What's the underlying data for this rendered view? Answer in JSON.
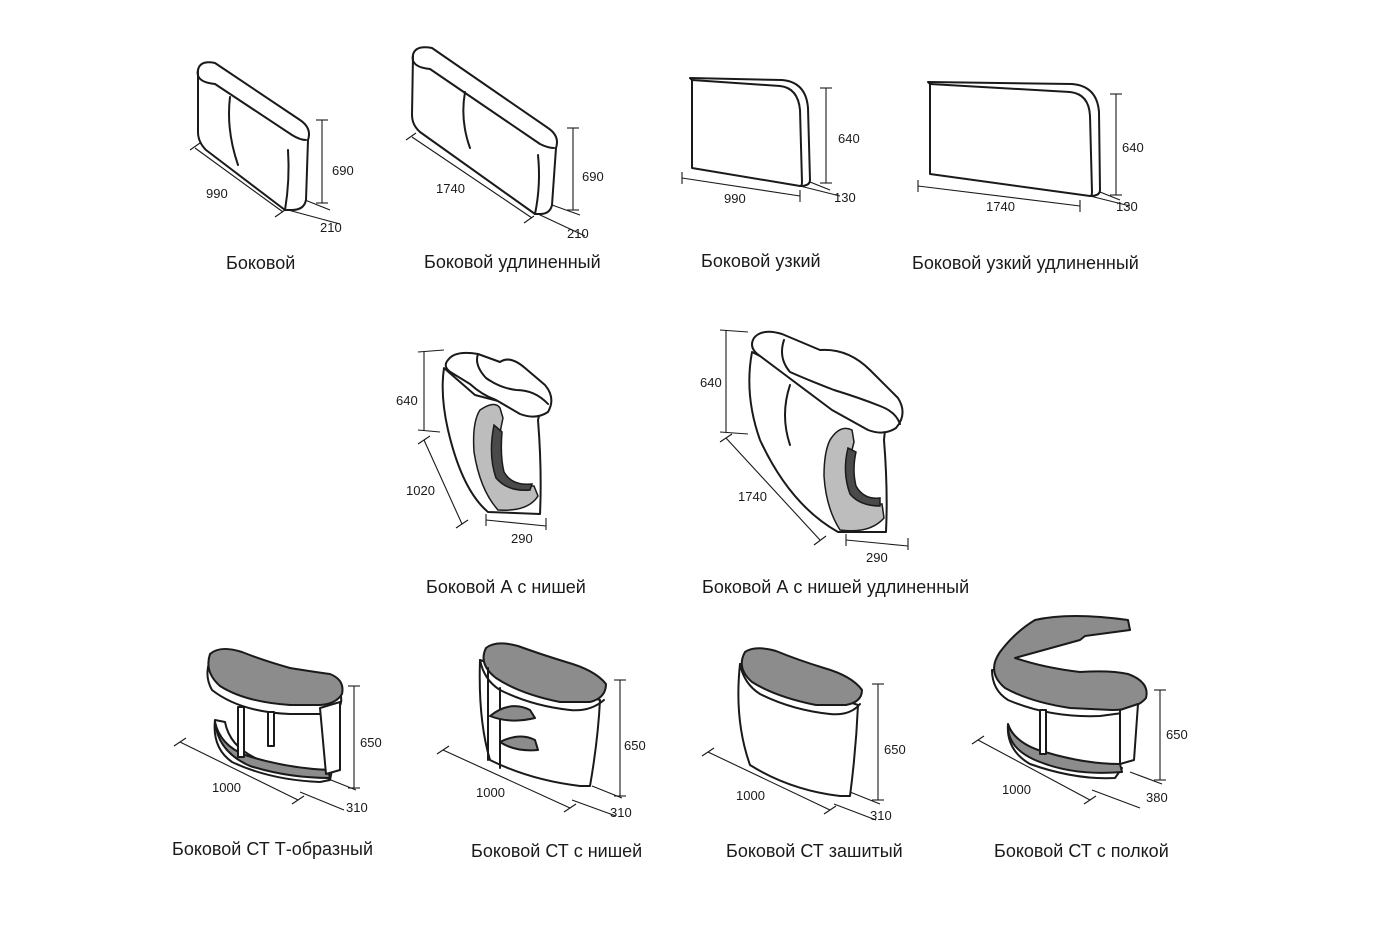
{
  "items": [
    {
      "caption": "Боковой",
      "dims": [
        "990",
        "690",
        "210"
      ]
    },
    {
      "caption": "Боковой удлиненный",
      "dims": [
        "1740",
        "690",
        "210"
      ]
    },
    {
      "caption": "Боковой узкий",
      "dims": [
        "990",
        "640",
        "130"
      ]
    },
    {
      "caption": "Боковой узкий удлиненный",
      "dims": [
        "1740",
        "640",
        "130"
      ]
    },
    {
      "caption": "Боковой А с нишей",
      "dims": [
        "640",
        "1020",
        "290"
      ]
    },
    {
      "caption": "Боковой А с нишей удлиненный",
      "dims": [
        "640",
        "1740",
        "290"
      ]
    },
    {
      "caption": "Боковой СТ Т-образный",
      "dims": [
        "1000",
        "650",
        "310"
      ]
    },
    {
      "caption": "Боковой СТ с нишей",
      "dims": [
        "1000",
        "650",
        "310"
      ]
    },
    {
      "caption": "Боковой СТ зашитый",
      "dims": [
        "1000",
        "650",
        "310"
      ]
    },
    {
      "caption": "Боковой СТ с полкой",
      "dims": [
        "1000",
        "650",
        "380"
      ]
    }
  ],
  "colors": {
    "stroke": "#1a1a1a",
    "seat_fill": "#8c8c8c",
    "niche_light": "#bdbdbd",
    "niche_dark": "#4a4a4a"
  }
}
